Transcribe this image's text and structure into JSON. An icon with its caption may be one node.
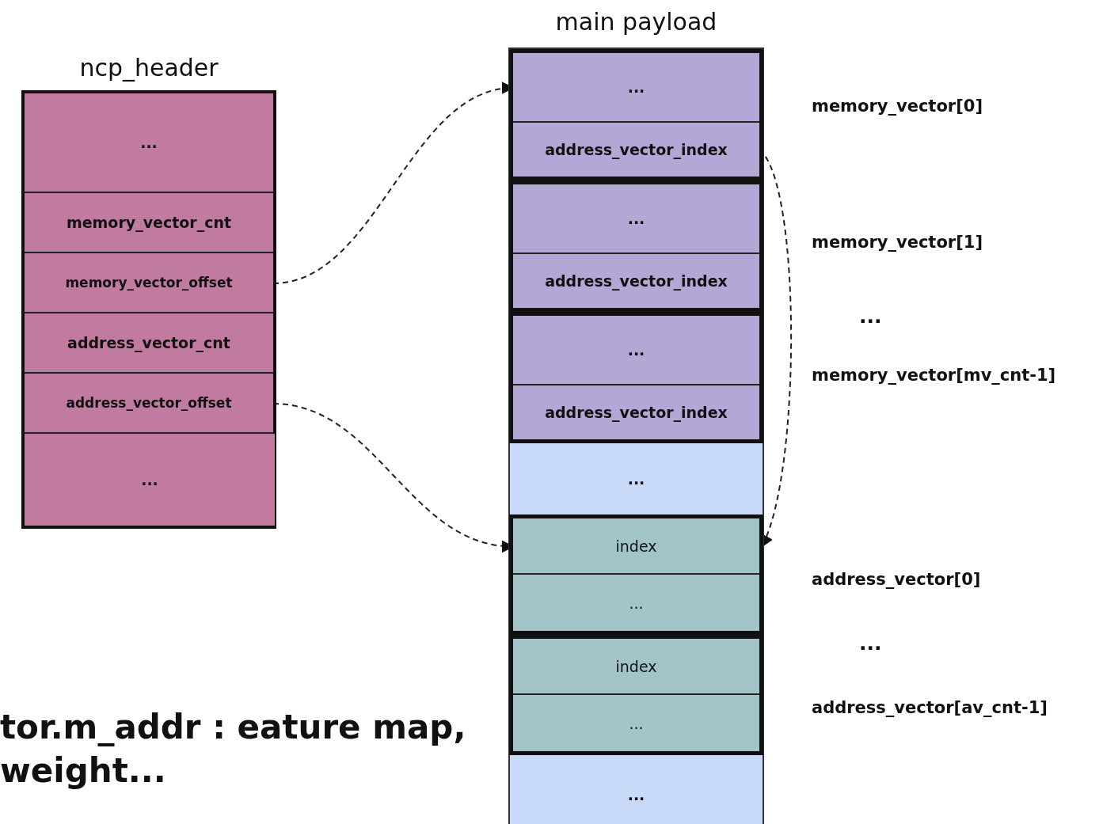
{
  "diagram": {
    "nodes": [
      {
        "text": [
          "ncp_header"
        ]
      },
      {
        "text": [
          "..."
        ],
        "in": 0
      },
      {
        "text": [
          "memory_vector_cnt"
        ],
        "in": 0
      },
      {
        "text": [
          "memory_vector_offset"
        ],
        "in": 0
      },
      {
        "text": [
          "address_vector_cnt"
        ],
        "in": 0
      },
      {
        "text": [
          "address_vector_offset"
        ],
        "in": 0
      },
      {
        "text": [
          "..."
        ],
        "in": 0
      },
      {
        "text": [
          "main payload"
        ]
      },
      {
        "text": [],
        "shape": "box",
        "in": 7,
        "beside": [
          "memory_vector[0]"
        ]
      },
      {
        "text": [
          "..."
        ],
        "in": 8
      },
      {
        "text": [
          "address_vector_index"
        ],
        "in": 8
      },
      {
        "text": [],
        "shape": "box",
        "in": 7,
        "beside": [
          "memory_vector[1]"
        ]
      },
      {
        "text": [
          "..."
        ],
        "in": 11
      },
      {
        "text": [
          "address_vector_index"
        ],
        "in": 11
      },
      {
        "text": [],
        "shape": "box",
        "in": 7,
        "beside": [
          "memory_vector[mv_cnt-1]"
        ]
      },
      {
        "text": [
          "..."
        ],
        "in": 14
      },
      {
        "text": [
          "address_vector_index"
        ],
        "in": 14
      },
      {
        "text": [
          "..."
        ],
        "in": 7
      },
      {
        "text": [],
        "shape": "box",
        "in": 7,
        "beside": [
          "address_vector[0]"
        ]
      },
      {
        "text": [
          "index"
        ],
        "in": 18
      },
      {
        "text": [
          "..."
        ],
        "in": 18
      },
      {
        "text": [],
        "shape": "box",
        "in": 7,
        "beside": [
          "address_vector[av_cnt-1]"
        ]
      },
      {
        "text": [
          "index"
        ],
        "in": 21
      },
      {
        "text": [
          "..."
        ],
        "in": 21
      },
      {
        "text": [
          "..."
        ],
        "in": 7
      }
    ],
    "edges": [
      {
        "from": 3,
        "to": 9,
        "arrow": "to",
        "style": "dashed"
      },
      {
        "from": 5,
        "to": 19,
        "arrow": "to",
        "style": "dashed"
      },
      {
        "from": 10,
        "to": 19,
        "arrow": "to",
        "style": "dashed"
      }
    ],
    "labels": [
      "...",
      "...",
      "tor.m_addr : eature map, weight..."
    ]
  }
}
